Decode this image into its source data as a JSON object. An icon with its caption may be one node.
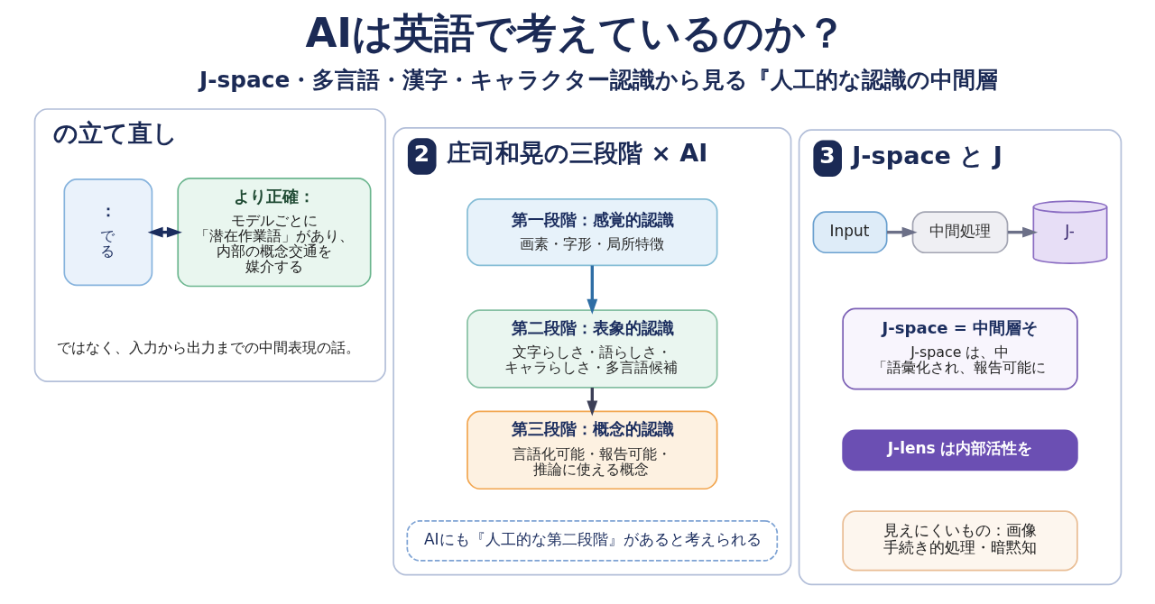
{
  "diagram": {
    "title": "AIは英語で考えているのか？",
    "nodes": [
      {
        "text": [
          "の立て直し"
        ]
      },
      {
        "text": [
          "：",
          "でる"
        ],
        "in": 0
      },
      {
        "text": [
          "より正確：",
          "モデルごとに「潜在作業語」があり、内部の概念交通を媒介する"
        ],
        "in": 0
      },
      {
        "text": [
          "2",
          "庄司和晃の三段階 × AI"
        ]
      },
      {
        "text": [
          "第一段階：感覚的認識",
          "画素・字形・局所特徴"
        ],
        "in": 3
      },
      {
        "text": [
          "第二段階：表象的認識",
          "文字らしさ・語らしさ・キャラらしさ・多言語候補"
        ],
        "in": 3
      },
      {
        "text": [
          "第三段階：概念的認識",
          "言語化可能・報告可能・推論に使える概念"
        ],
        "in": 3
      },
      {
        "text": [
          "AIにも『人工的な第二段階』があると考えられる"
        ],
        "in": 3
      },
      {
        "text": [
          "3",
          "J-space と J"
        ]
      },
      {
        "text": [
          "Input"
        ],
        "in": 8
      },
      {
        "text": [
          "中間処理"
        ],
        "in": 8
      },
      {
        "text": [
          "J-"
        ],
        "in": 8
      },
      {
        "text": [
          "J-space = 中間層そ",
          "J-space は、中「語彙化され、報告可能に"
        ],
        "in": 8
      },
      {
        "text": [
          "J-lens は内部活性を"
        ],
        "in": 8
      },
      {
        "text": [
          "見えにくいもの：画像手続き的処理・暗黙知"
        ],
        "in": 8
      }
    ],
    "edges": [
      {
        "from": 1,
        "to": 2,
        "arrow": "both",
        "color": "#1b2d5e"
      },
      {
        "from": 4,
        "to": 5,
        "arrow": "to",
        "color": "#2f6ea5"
      },
      {
        "from": 5,
        "to": 6,
        "arrow": "to",
        "color": "#3c3f57"
      },
      {
        "from": 9,
        "to": 10,
        "arrow": "to"
      },
      {
        "from": 10,
        "to": 11,
        "arrow": "to"
      }
    ],
    "labels": [
      "J-space・多言語・漢字・キャラクター認識から見る『人工的な認識の中間層",
      "ではなく、入力から出力までの中間表現の話。"
    ]
  }
}
